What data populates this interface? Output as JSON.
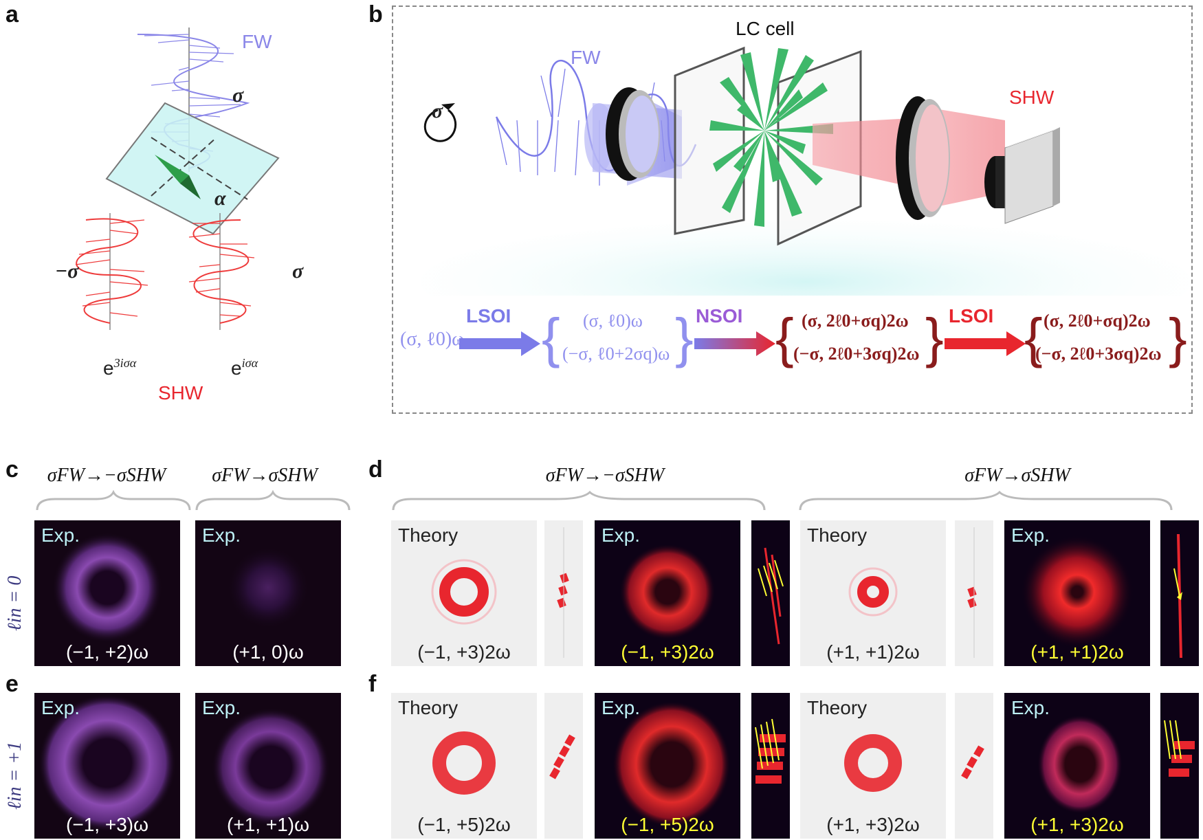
{
  "panels": {
    "a": {
      "label": "a",
      "fw": "FW",
      "sigma_top": "σ",
      "alpha": "α",
      "minus_sigma": "−σ",
      "sigma_right": "σ",
      "exp_left": "e",
      "exp_left_sup": "3iσα",
      "exp_right": "e",
      "exp_right_sup": "iσα",
      "shw": "SHW"
    },
    "b": {
      "label": "b",
      "lc_cell": "LC cell",
      "fw": "FW",
      "shw": "SHW",
      "sigma": "σ",
      "lsoi1": "LSOI",
      "nsoi": "NSOI",
      "lsoi2": "LSOI",
      "input": "(σ, ℓ0)ω",
      "stage1": [
        "(σ, ℓ0)ω",
        "(−σ, ℓ0+2σq)ω"
      ],
      "stage2": [
        "(σ, 2ℓ0+σq)2ω",
        "(−σ, 2ℓ0+3σq)2ω"
      ],
      "stage3": [
        "(σ, 2ℓ0+σq)2ω",
        "(−σ, 2ℓ0+3σq)2ω"
      ]
    },
    "c": {
      "label": "c",
      "title_left": "σFW→−σSHW",
      "title_right": "σFW→σSHW",
      "row_label": "ℓin = 0",
      "left": {
        "tag": "Exp.",
        "caption": "(−1, +2)ω"
      },
      "right": {
        "tag": "Exp.",
        "caption": "(+1,  0)ω"
      }
    },
    "d": {
      "label": "d",
      "title_left": "σFW→−σSHW",
      "title_right": "σFW→σSHW",
      "tiles": [
        {
          "tag": "Theory",
          "caption": "(−1, +3)2ω"
        },
        {
          "tag": "Exp.",
          "caption": "(−1, +3)2ω"
        },
        {
          "tag": "Theory",
          "caption": "(+1, +1)2ω"
        },
        {
          "tag": "Exp.",
          "caption": "(+1, +1)2ω"
        }
      ]
    },
    "e": {
      "label": "e",
      "row_label": "ℓin = +1",
      "left": {
        "tag": "Exp.",
        "caption": "(−1, +3)ω"
      },
      "right": {
        "tag": "Exp.",
        "caption": "(+1, +1)ω"
      }
    },
    "f": {
      "label": "f",
      "tiles": [
        {
          "tag": "Theory",
          "caption": "(−1, +5)2ω"
        },
        {
          "tag": "Exp.",
          "caption": "(−1, +5)2ω"
        },
        {
          "tag": "Theory",
          "caption": "(+1, +3)2ω"
        },
        {
          "tag": "Exp.",
          "caption": "(+1, +3)2ω"
        }
      ]
    }
  },
  "colors": {
    "fw": "#7b7be8",
    "shw": "#e8262e",
    "lc": "#3fb86a",
    "dark_red": "#8a1c1c",
    "caption_yellow": "#ffff33",
    "exp_tag": "#bdf0f5"
  }
}
